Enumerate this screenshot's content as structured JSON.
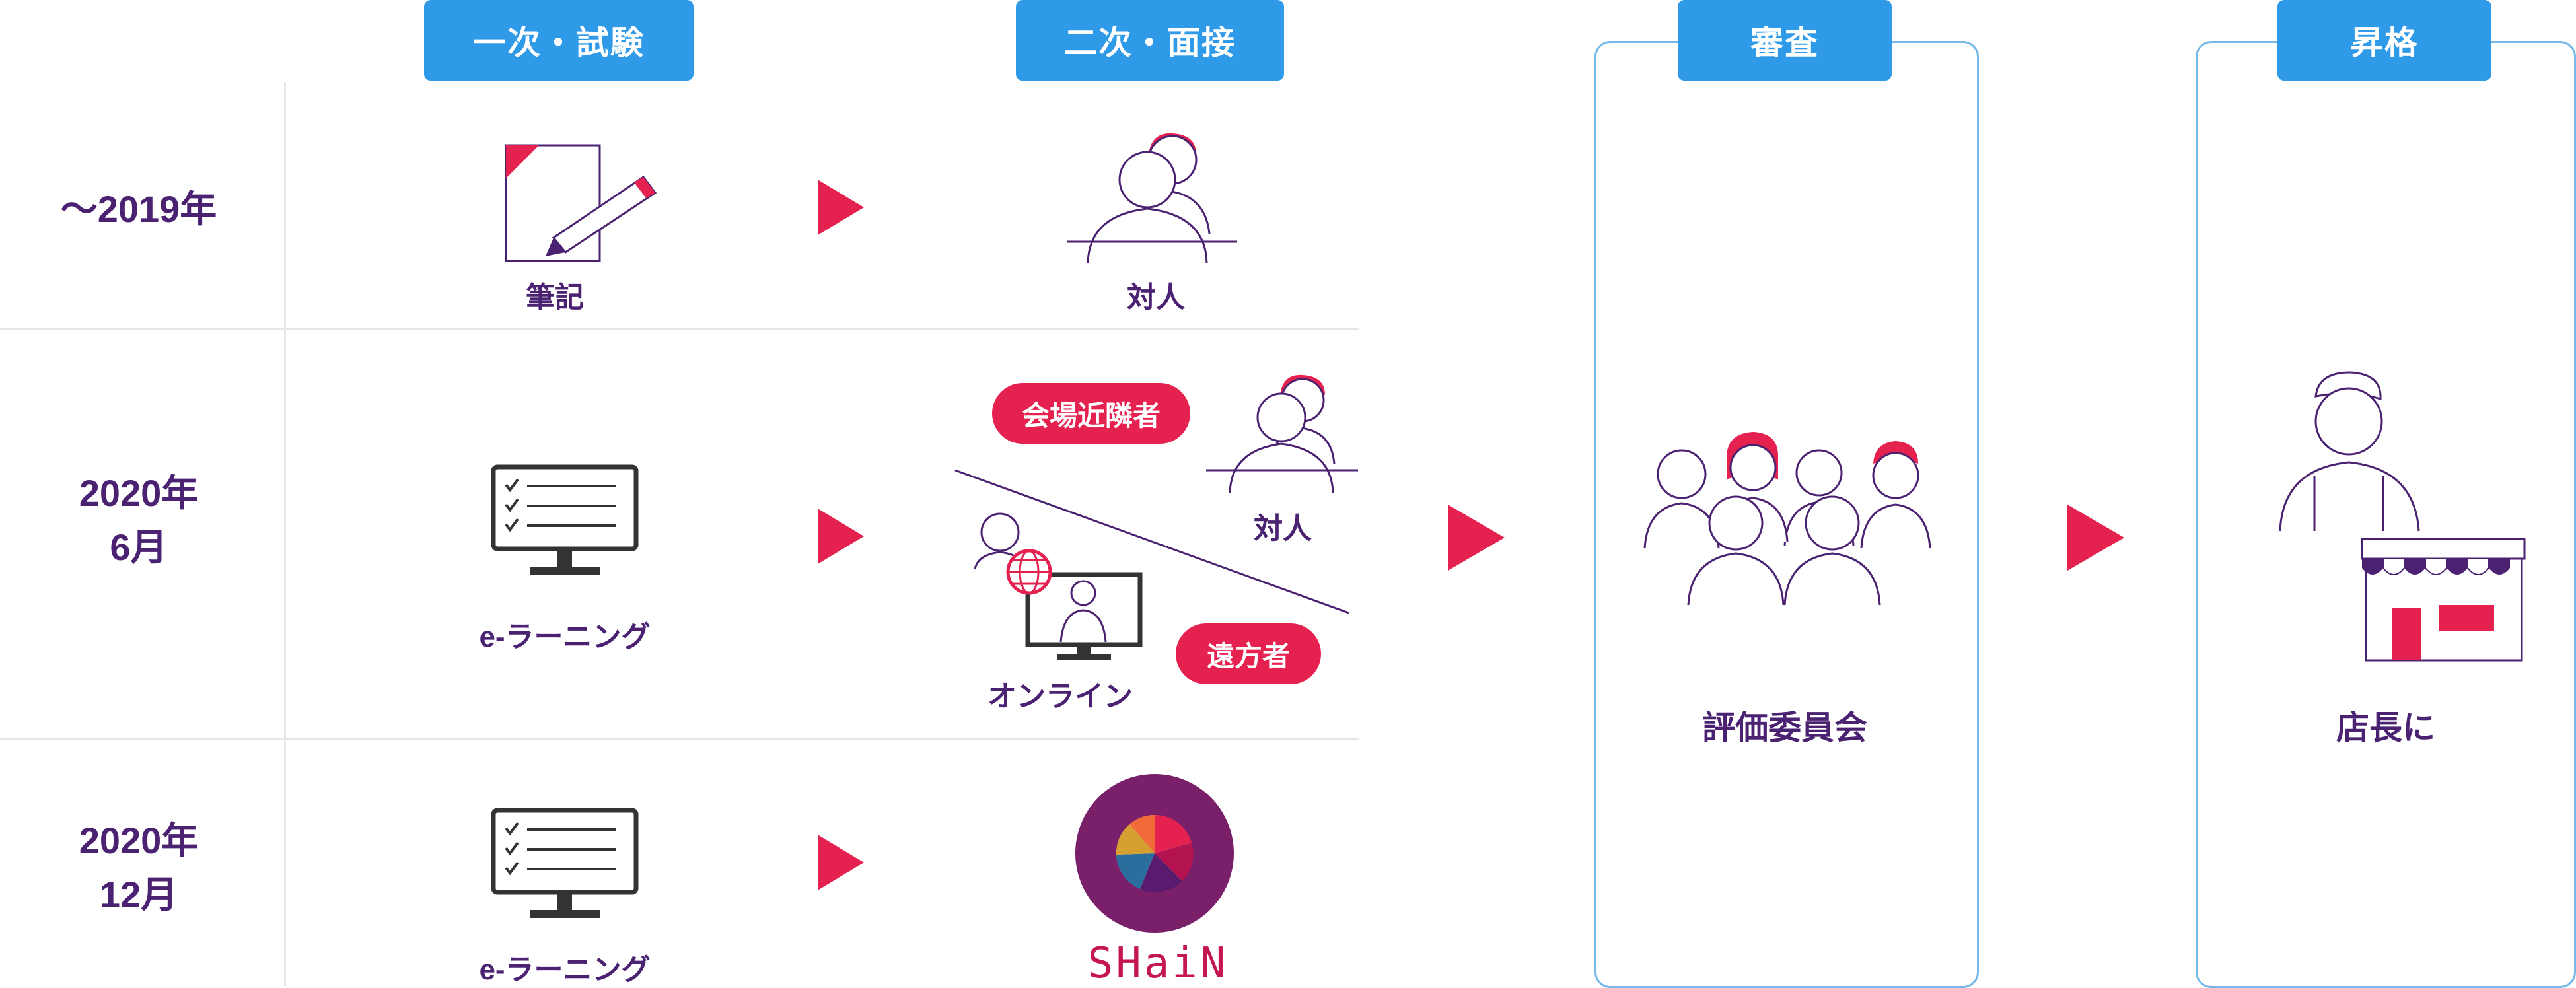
{
  "headers": {
    "exam": "一次・試験",
    "interview": "二次・面接",
    "review": "審査",
    "promotion": "昇格"
  },
  "rows": [
    {
      "period": [
        "〜2019年"
      ],
      "exam_label": "筆記",
      "interview_label": "対人"
    },
    {
      "period": [
        "2020年",
        "6月"
      ],
      "exam_label": "e-ラーニング",
      "interview_inperson_label": "対人",
      "interview_online_label": "オンライン",
      "badge_near": "会場近隣者",
      "badge_far": "遠方者"
    },
    {
      "period": [
        "2020年",
        "12月"
      ],
      "exam_label": "e-ラーニング",
      "interview_label": "SHaiN"
    }
  ],
  "review_label": "評価委員会",
  "promotion_label": "店長に",
  "colors": {
    "accent": "#e5214f",
    "purple": "#4a2271",
    "blue": "#2f9be8"
  }
}
